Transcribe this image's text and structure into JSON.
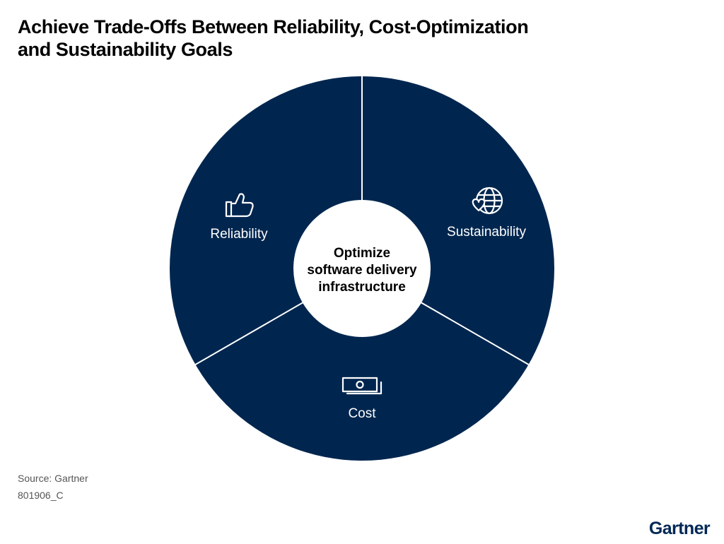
{
  "title": {
    "line1": "Achieve Trade-Offs Between Reliability, Cost-Optimization",
    "line2": "and Sustainability Goals"
  },
  "diagram": {
    "center": {
      "line1": "Optimize",
      "line2": "software delivery",
      "line3": "infrastructure"
    },
    "segments": [
      {
        "label": "Reliability",
        "icon": "thumbs-up-icon"
      },
      {
        "label": "Sustainability",
        "icon": "globe-heart-icon"
      },
      {
        "label": "Cost",
        "icon": "banknotes-icon"
      }
    ],
    "colors": {
      "segment_fill": "#00264F",
      "divider": "#ffffff",
      "center_fill": "#ffffff"
    }
  },
  "footer": {
    "source": "Source: Gartner",
    "code": "801906_C"
  },
  "logo": {
    "text": "Gartner"
  }
}
